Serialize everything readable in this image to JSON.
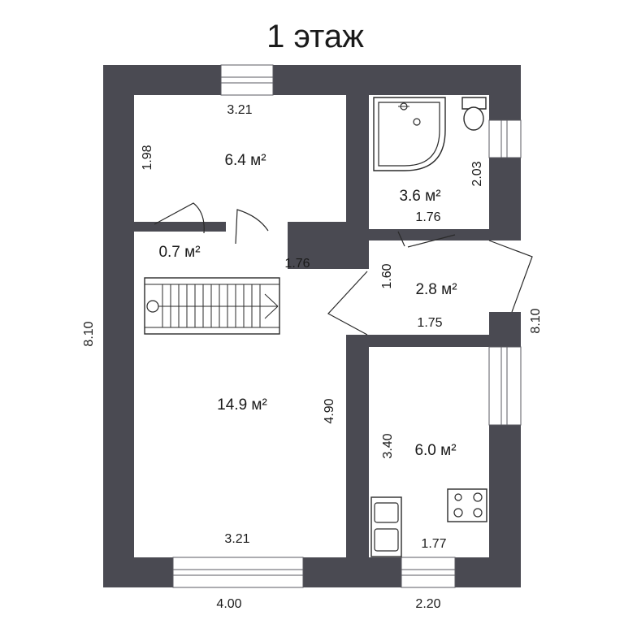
{
  "title": "1 этаж",
  "rooms": [
    {
      "name": "room-top-left",
      "area": "6.4 м²"
    },
    {
      "name": "room-closet",
      "area": "0.7 м²"
    },
    {
      "name": "room-bathroom",
      "area": "3.6 м²"
    },
    {
      "name": "room-hall",
      "area": "2.8 м²"
    },
    {
      "name": "room-living",
      "area": "14.9 м²"
    },
    {
      "name": "room-kitchen",
      "area": "6.0 м²"
    }
  ],
  "dimensions": {
    "top_room_width": "3.21",
    "top_room_height": "1.98",
    "corridor_width": "1.76",
    "bath_height": "2.03",
    "bath_width": "1.76",
    "hall_height": "1.60",
    "hall_width": "1.75",
    "living_height": "4.90",
    "living_width": "3.21",
    "kitchen_height": "3.40",
    "kitchen_width": "1.77",
    "total_left_height": "8.10",
    "total_right_height": "8.10",
    "outer_left_width": "4.00",
    "outer_right_width": "2.20"
  },
  "colors": {
    "wall": "#4a4a52",
    "background": "#ffffff",
    "text": "#1a1a1a"
  }
}
